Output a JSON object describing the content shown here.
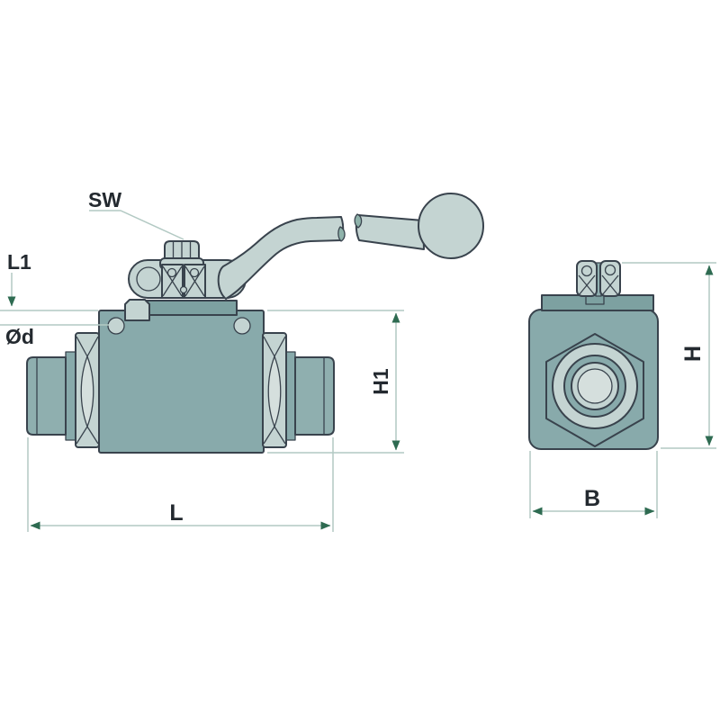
{
  "labels": {
    "sw": "SW",
    "l1": "L1",
    "od": "Ød",
    "h1": "H1",
    "l": "L",
    "b": "B",
    "h": "H"
  },
  "colors": {
    "bg": "#ffffff",
    "outline": "#39434d",
    "body": "#88aaab",
    "body-dark": "#7da1a1",
    "light": "#c4d4d2",
    "lighter": "#d5dfdd",
    "mid": "#8fafaf",
    "leaf": "#8fb3ab",
    "dim-line": "#b2c9c3",
    "dim-arrow": "#2e6b51",
    "label": "#23292f"
  }
}
